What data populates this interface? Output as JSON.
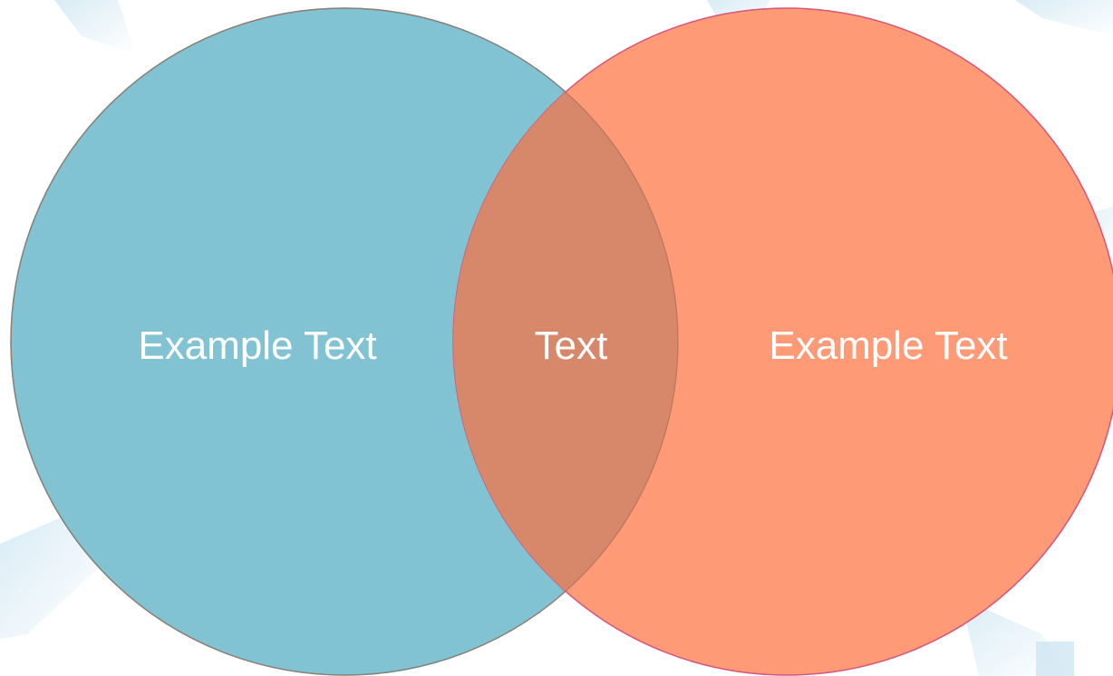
{
  "diagram": {
    "type": "venn",
    "sets": [
      {
        "label": "Example Text",
        "fill": "#82c3d3",
        "stroke": "#3fa3b3"
      },
      {
        "label": "Example Text",
        "fill": "#ff9a76",
        "stroke": "#d4567e"
      }
    ],
    "intersection": {
      "label": "Text",
      "fill": "#d7876a",
      "stroke": "#b06e58"
    },
    "label_color": "#ffffff",
    "backdrop_color": "#b9dced"
  }
}
